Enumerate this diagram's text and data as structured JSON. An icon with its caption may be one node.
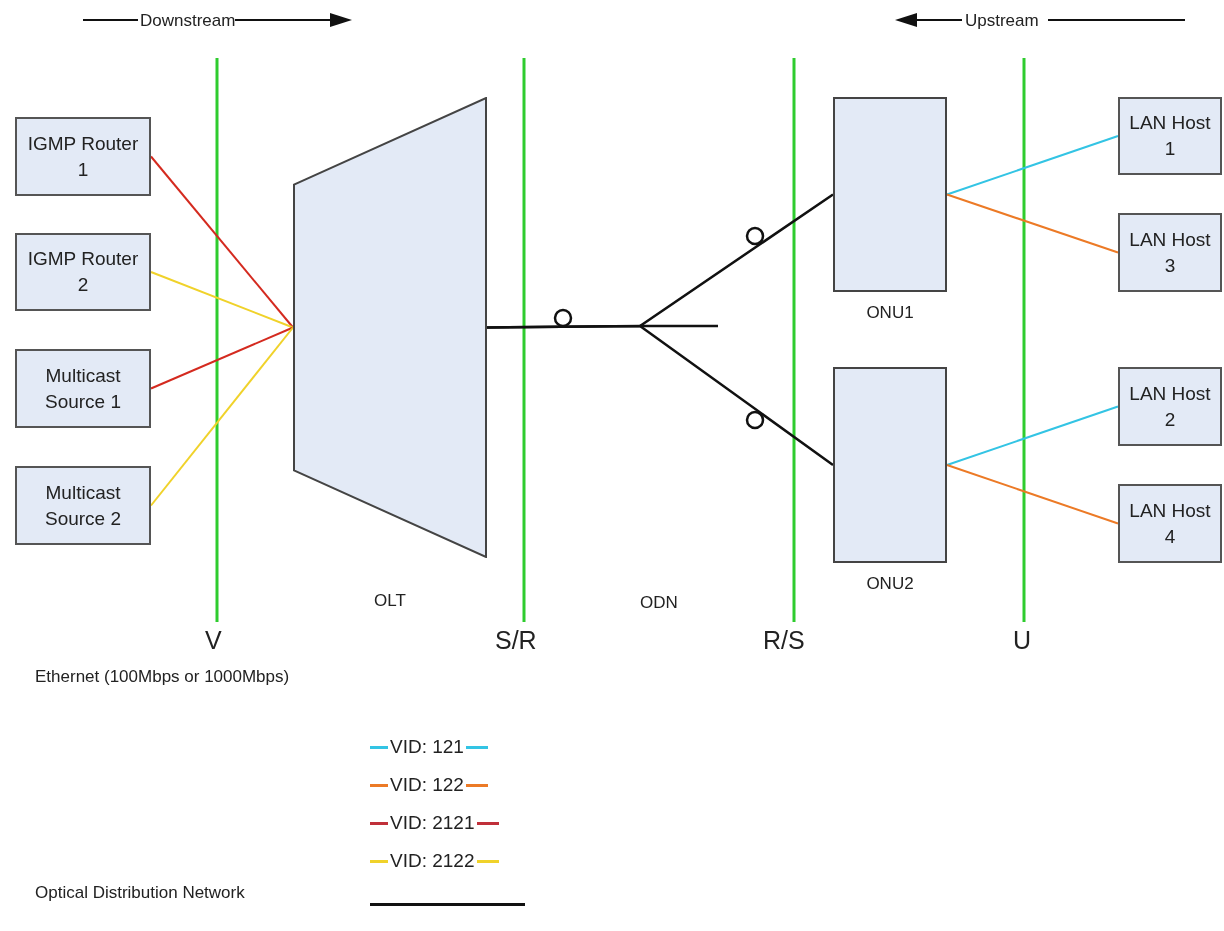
{
  "diagram": {
    "nodes": [
      {
        "text": [
          "IGMP Router 1"
        ]
      },
      {
        "text": [
          "IGMP Router 2"
        ]
      },
      {
        "text": [
          "Multicast Source 1"
        ]
      },
      {
        "text": [
          "Multicast Source 2"
        ]
      },
      {
        "text": [
          "OLT"
        ]
      },
      {
        "text": [
          "ONU1"
        ]
      },
      {
        "text": [
          "ONU2"
        ]
      },
      {
        "text": [
          "LAN Host 1"
        ]
      },
      {
        "text": [
          "LAN Host 3"
        ]
      },
      {
        "text": [
          "LAN Host 2"
        ]
      },
      {
        "text": [
          "LAN Host 4"
        ]
      }
    ],
    "edges": [
      {
        "from": 0,
        "to": 4,
        "arrow": "none",
        "color": "#d42a1f"
      },
      {
        "from": 1,
        "to": 4,
        "arrow": "none",
        "color": "#f0d22a"
      },
      {
        "from": 2,
        "to": 4,
        "arrow": "none",
        "color": "#d42a1f"
      },
      {
        "from": 3,
        "to": 4,
        "arrow": "none",
        "color": "#f0d22a"
      },
      {
        "from": 4,
        "to": 5,
        "arrow": "none",
        "color": "#111111"
      },
      {
        "from": 4,
        "to": 6,
        "arrow": "none",
        "color": "#111111"
      },
      {
        "from": 5,
        "to": 7,
        "arrow": "none",
        "color": "#33c4e4"
      },
      {
        "from": 5,
        "to": 8,
        "arrow": "none",
        "color": "#ec7a26"
      },
      {
        "from": 6,
        "to": 9,
        "arrow": "none",
        "color": "#33c4e4"
      },
      {
        "from": 6,
        "to": 10,
        "arrow": "none",
        "color": "#ec7a26"
      }
    ],
    "labels": [
      "Downstream",
      "Upstream",
      "ODN",
      "V",
      "S/R",
      "R/S",
      "U",
      "Ethernet (100Mbps or 1000Mbps)"
    ],
    "legend": [
      {
        "text": "VID: 121",
        "color": "#33c4e4"
      },
      {
        "text": "VID: 122",
        "color": "#ec7a26"
      },
      {
        "text": "VID: 2121",
        "color": "#c0303a"
      },
      {
        "text": "VID: 2122",
        "color": "#f0d22a"
      },
      {
        "text": "Optical Distribution Network"
      }
    ]
  }
}
